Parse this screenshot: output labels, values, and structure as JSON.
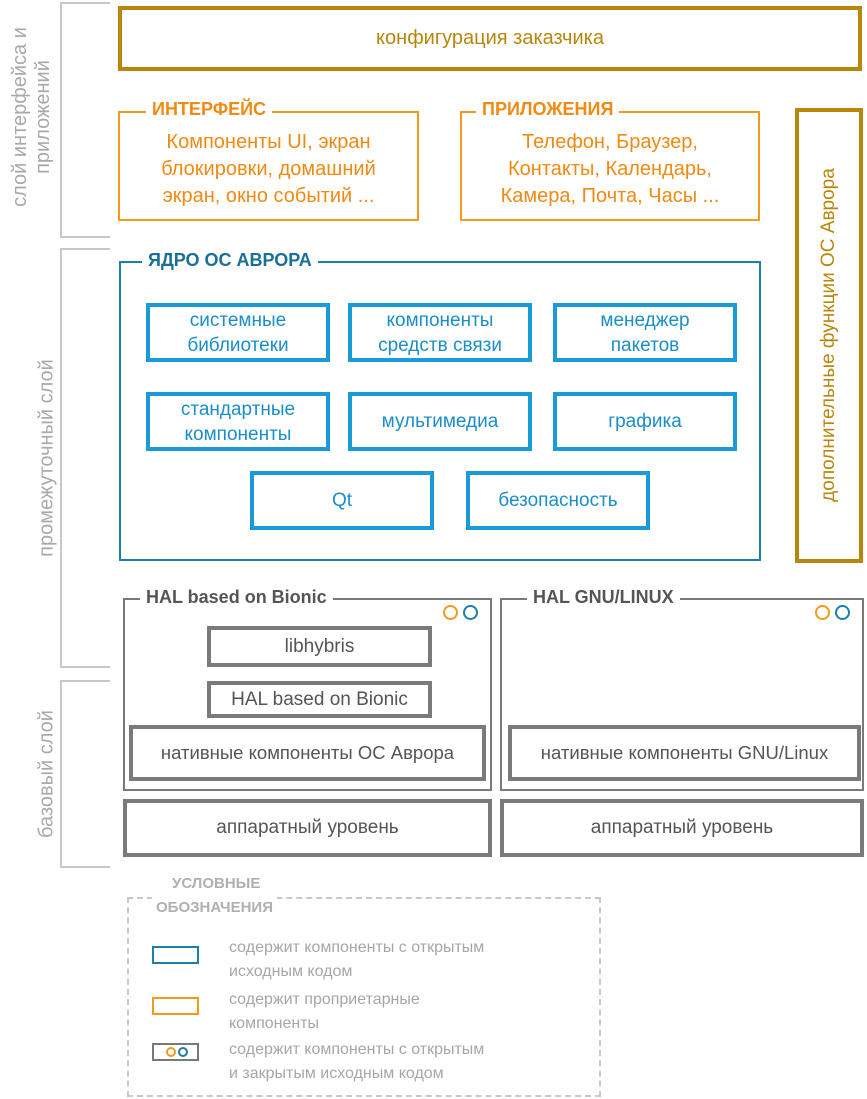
{
  "layers": {
    "ui_apps": "слой интерфейса и приложений",
    "middle": "промежуточный слой",
    "base": "базовый слой"
  },
  "customer_config": "конфигурация заказчика",
  "interface": {
    "title": "ИНТЕРФЕЙС",
    "lines": [
      "Компоненты UI, экран",
      "блокировки, домашний",
      "экран, окно событий ..."
    ]
  },
  "apps": {
    "title": "ПРИЛОЖЕНИЯ",
    "lines": [
      "Телефон, Браузер,",
      "Контакты, Календарь,",
      "Камера, Почта, Часы ..."
    ]
  },
  "extra_functions": "дополнительные функции ОС Аврора",
  "kernel": {
    "title": "ЯДРО ОС АВРОРА",
    "modules": [
      {
        "line1": "системные",
        "line2": "библиотеки"
      },
      {
        "line1": "компоненты",
        "line2": "средств связи"
      },
      {
        "line1": "менеджер",
        "line2": "пакетов"
      },
      {
        "line1": "стандартные",
        "line2": "компоненты"
      },
      {
        "line1": "мультимедиа",
        "line2": ""
      },
      {
        "line1": "графика",
        "line2": ""
      },
      {
        "line1": "Qt",
        "line2": ""
      },
      {
        "line1": "безопасность",
        "line2": ""
      }
    ]
  },
  "hal_bionic": {
    "title": "HAL based on Bionic",
    "libhybris": "libhybris",
    "hal": "HAL based on Bionic",
    "native": "нативные компоненты ОС Аврора"
  },
  "hal_gnu": {
    "title": "HAL GNU/LINUX",
    "native": "нативные компоненты GNU/Linux"
  },
  "hardware": {
    "left": "аппаратный уровень",
    "right": "аппаратный уровень"
  },
  "legend": {
    "title_line1": "УСЛОВНЫЕ",
    "title_line2": "ОБОЗНАЧЕНИЯ",
    "items": [
      {
        "line1": "содержит компоненты с открытым",
        "line2": "исходным кодом"
      },
      {
        "line1": "содержит проприетарные",
        "line2": "компоненты"
      },
      {
        "line1": "содержит компоненты с открытым",
        "line2": "и закрытым исходным кодом"
      }
    ]
  },
  "colors": {
    "open_source": "#1a7fa9",
    "proprietary": "#f39a1e",
    "customer": "#b8860b",
    "mixed": "#7a7a7a"
  }
}
